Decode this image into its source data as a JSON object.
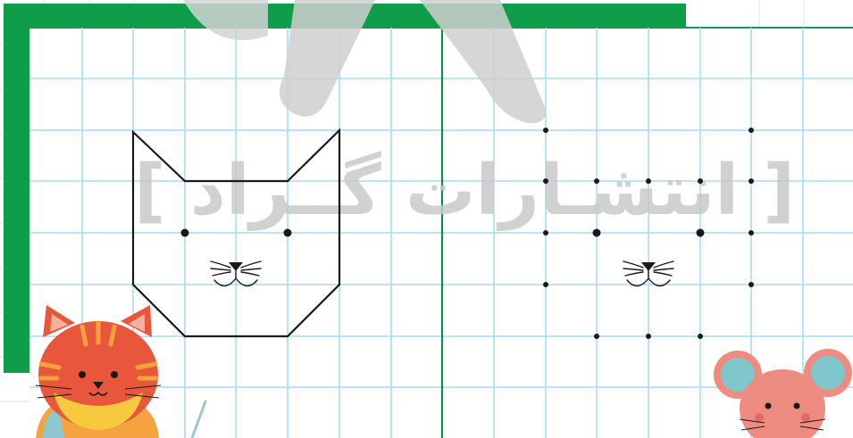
{
  "watermark": {
    "text": "[ انتشـارات گــراد ]",
    "color": "#c9c9c9"
  },
  "colors": {
    "frame_green": "#0f9d4a",
    "grid_blue": "#a8dcf0",
    "divider_green": "#138a3f",
    "ink": "#1a1a1a"
  },
  "left_panel": {
    "figure": "cat-face-outline",
    "features": [
      "eye-dot",
      "eye-dot",
      "nose",
      "whiskers",
      "mouth"
    ]
  },
  "right_panel": {
    "figure": "cat-face-dot-guide",
    "features": [
      "guide-dots",
      "eye-dot",
      "eye-dot",
      "nose",
      "whiskers",
      "mouth"
    ]
  },
  "decorations": {
    "left_character": "tiger-cat-illustration",
    "right_character": "pink-mouse-illustration"
  }
}
